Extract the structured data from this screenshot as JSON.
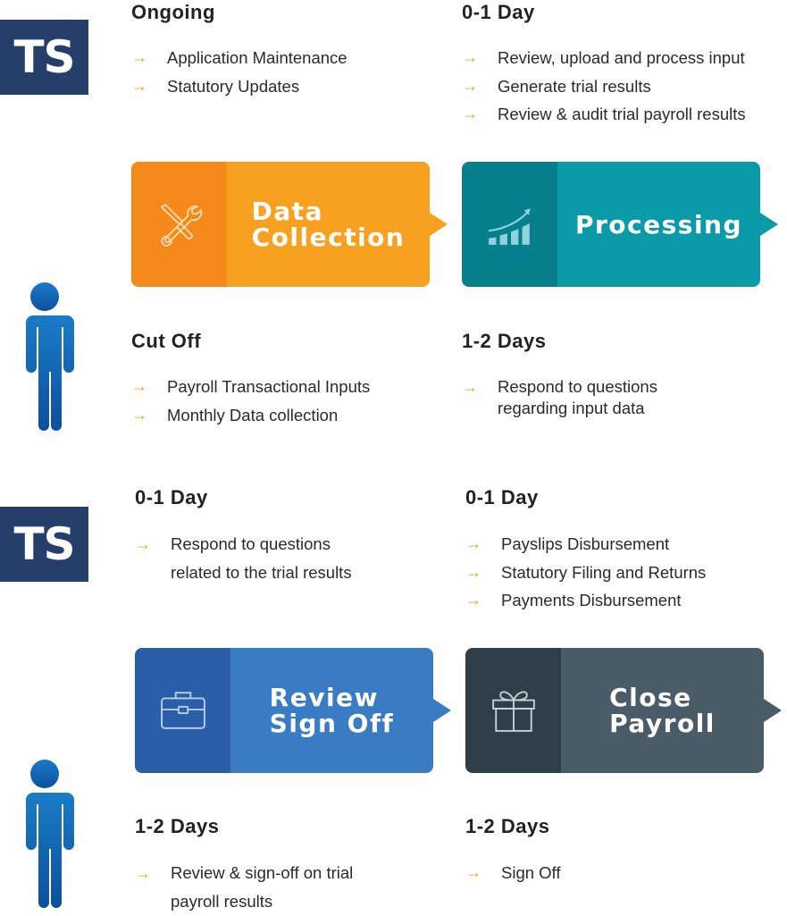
{
  "logo_text": "TS",
  "colors": {
    "ts_blue": "#263f6a",
    "arrow": "#f59b1e",
    "person": "#1569b8"
  },
  "sections": {
    "ongoing": {
      "heading": "Ongoing",
      "items": [
        "Application Maintenance",
        "Statutory Updates"
      ]
    },
    "processing_time": {
      "heading": "0-1 Day",
      "items": [
        "Review, upload and process input",
        "Generate trial results",
        "Review & audit trial payroll results"
      ]
    },
    "cut_off": {
      "heading": "Cut Off",
      "items": [
        "Payroll Transactional Inputs",
        "Monthly Data collection"
      ]
    },
    "processing_response": {
      "heading": "1-2 Days",
      "items": [
        "Respond to questions\nregarding input data"
      ]
    },
    "trial_questions": {
      "heading": "0-1 Day",
      "items": [
        "Respond to questions\nrelated to the trial results"
      ]
    },
    "disbursement": {
      "heading": "0-1 Day",
      "items": [
        "Payslips Disbursement",
        "Statutory Filing and Returns",
        "Payments Disbursement"
      ]
    },
    "review_signoff": {
      "heading": "1-2 Days",
      "items": [
        "Review & sign-off on trial\npayroll results"
      ]
    },
    "sign_off": {
      "heading": "1-2 Days",
      "items": [
        "Sign Off"
      ]
    }
  },
  "steps": [
    {
      "label": "Data\nCollection",
      "icon": "tools-icon",
      "dark": "#f5891a",
      "light": "#f8a121"
    },
    {
      "label": "Processing",
      "icon": "growth-chart-icon",
      "dark": "#087f8c",
      "light": "#0a9aa8"
    },
    {
      "label": "Review\nSign Off",
      "icon": "briefcase-icon",
      "dark": "#2a5ea8",
      "light": "#3a7cc4"
    },
    {
      "label": "Close\nPayroll",
      "icon": "gift-icon",
      "dark": "#2e3f4a",
      "light": "#4a5c68"
    }
  ]
}
